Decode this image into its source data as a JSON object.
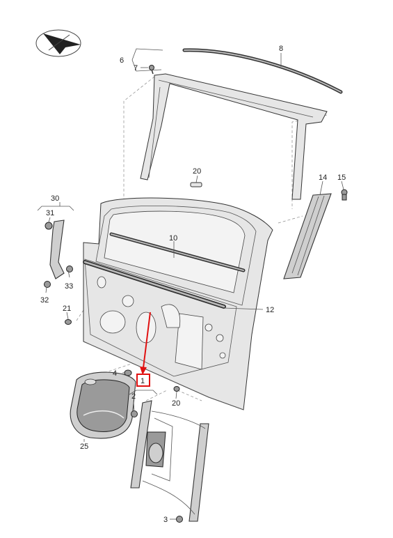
{
  "diagram": {
    "highlight_color": "#e01010",
    "line_color": "#444444",
    "callouts": [
      {
        "id": "c1",
        "text": "1",
        "highlighted": true
      },
      {
        "id": "c2",
        "text": "2"
      },
      {
        "id": "c3",
        "text": "3"
      },
      {
        "id": "c4",
        "text": "4"
      },
      {
        "id": "c6",
        "text": "6"
      },
      {
        "id": "c7",
        "text": "7"
      },
      {
        "id": "c8",
        "text": "8"
      },
      {
        "id": "c10",
        "text": "10"
      },
      {
        "id": "c12",
        "text": "12"
      },
      {
        "id": "c14",
        "text": "14"
      },
      {
        "id": "c15",
        "text": "15"
      },
      {
        "id": "c20a",
        "text": "20"
      },
      {
        "id": "c20b",
        "text": "20"
      },
      {
        "id": "c21",
        "text": "21"
      },
      {
        "id": "c25",
        "text": "25"
      },
      {
        "id": "c30",
        "text": "30"
      },
      {
        "id": "c31",
        "text": "31"
      },
      {
        "id": "c32",
        "text": "32"
      },
      {
        "id": "c33",
        "text": "33"
      }
    ]
  }
}
